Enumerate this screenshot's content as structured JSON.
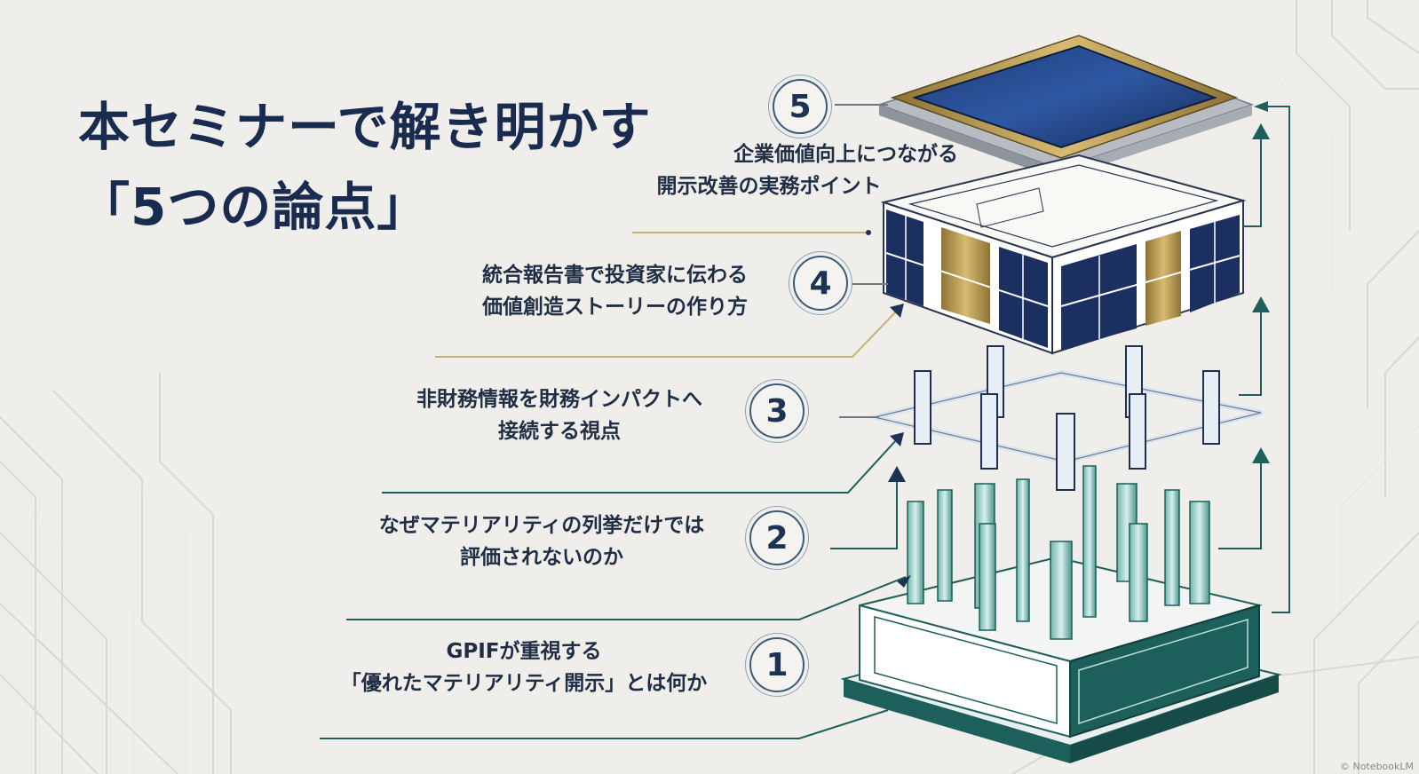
{
  "title": {
    "line1": "本セミナーで解き明かす",
    "line2": "「5つの論点」"
  },
  "points": [
    {
      "number": "5",
      "line1": "企業価値向上につながる",
      "line2": "開示改善の実務ポイント"
    },
    {
      "number": "4",
      "line1": "統合報告書で投資家に伝わる",
      "line2": "価値創造ストーリーの作り方"
    },
    {
      "number": "3",
      "line1": "非財務情報を財務インパクトへ",
      "line2": "接続する視点"
    },
    {
      "number": "2",
      "line1": "なぜマテリアリティの列挙だけでは",
      "line2": "評価されないのか"
    },
    {
      "number": "1",
      "line1": "GPIFが重視する",
      "line2": "「優れたマテリアリティ開示」とは何か"
    }
  ],
  "copyright": "© NotebookLM",
  "colors": {
    "navy": "#1a2b50",
    "gold": "#b99a4f",
    "teal": "#1d5f5a",
    "background": "#efeeea"
  }
}
